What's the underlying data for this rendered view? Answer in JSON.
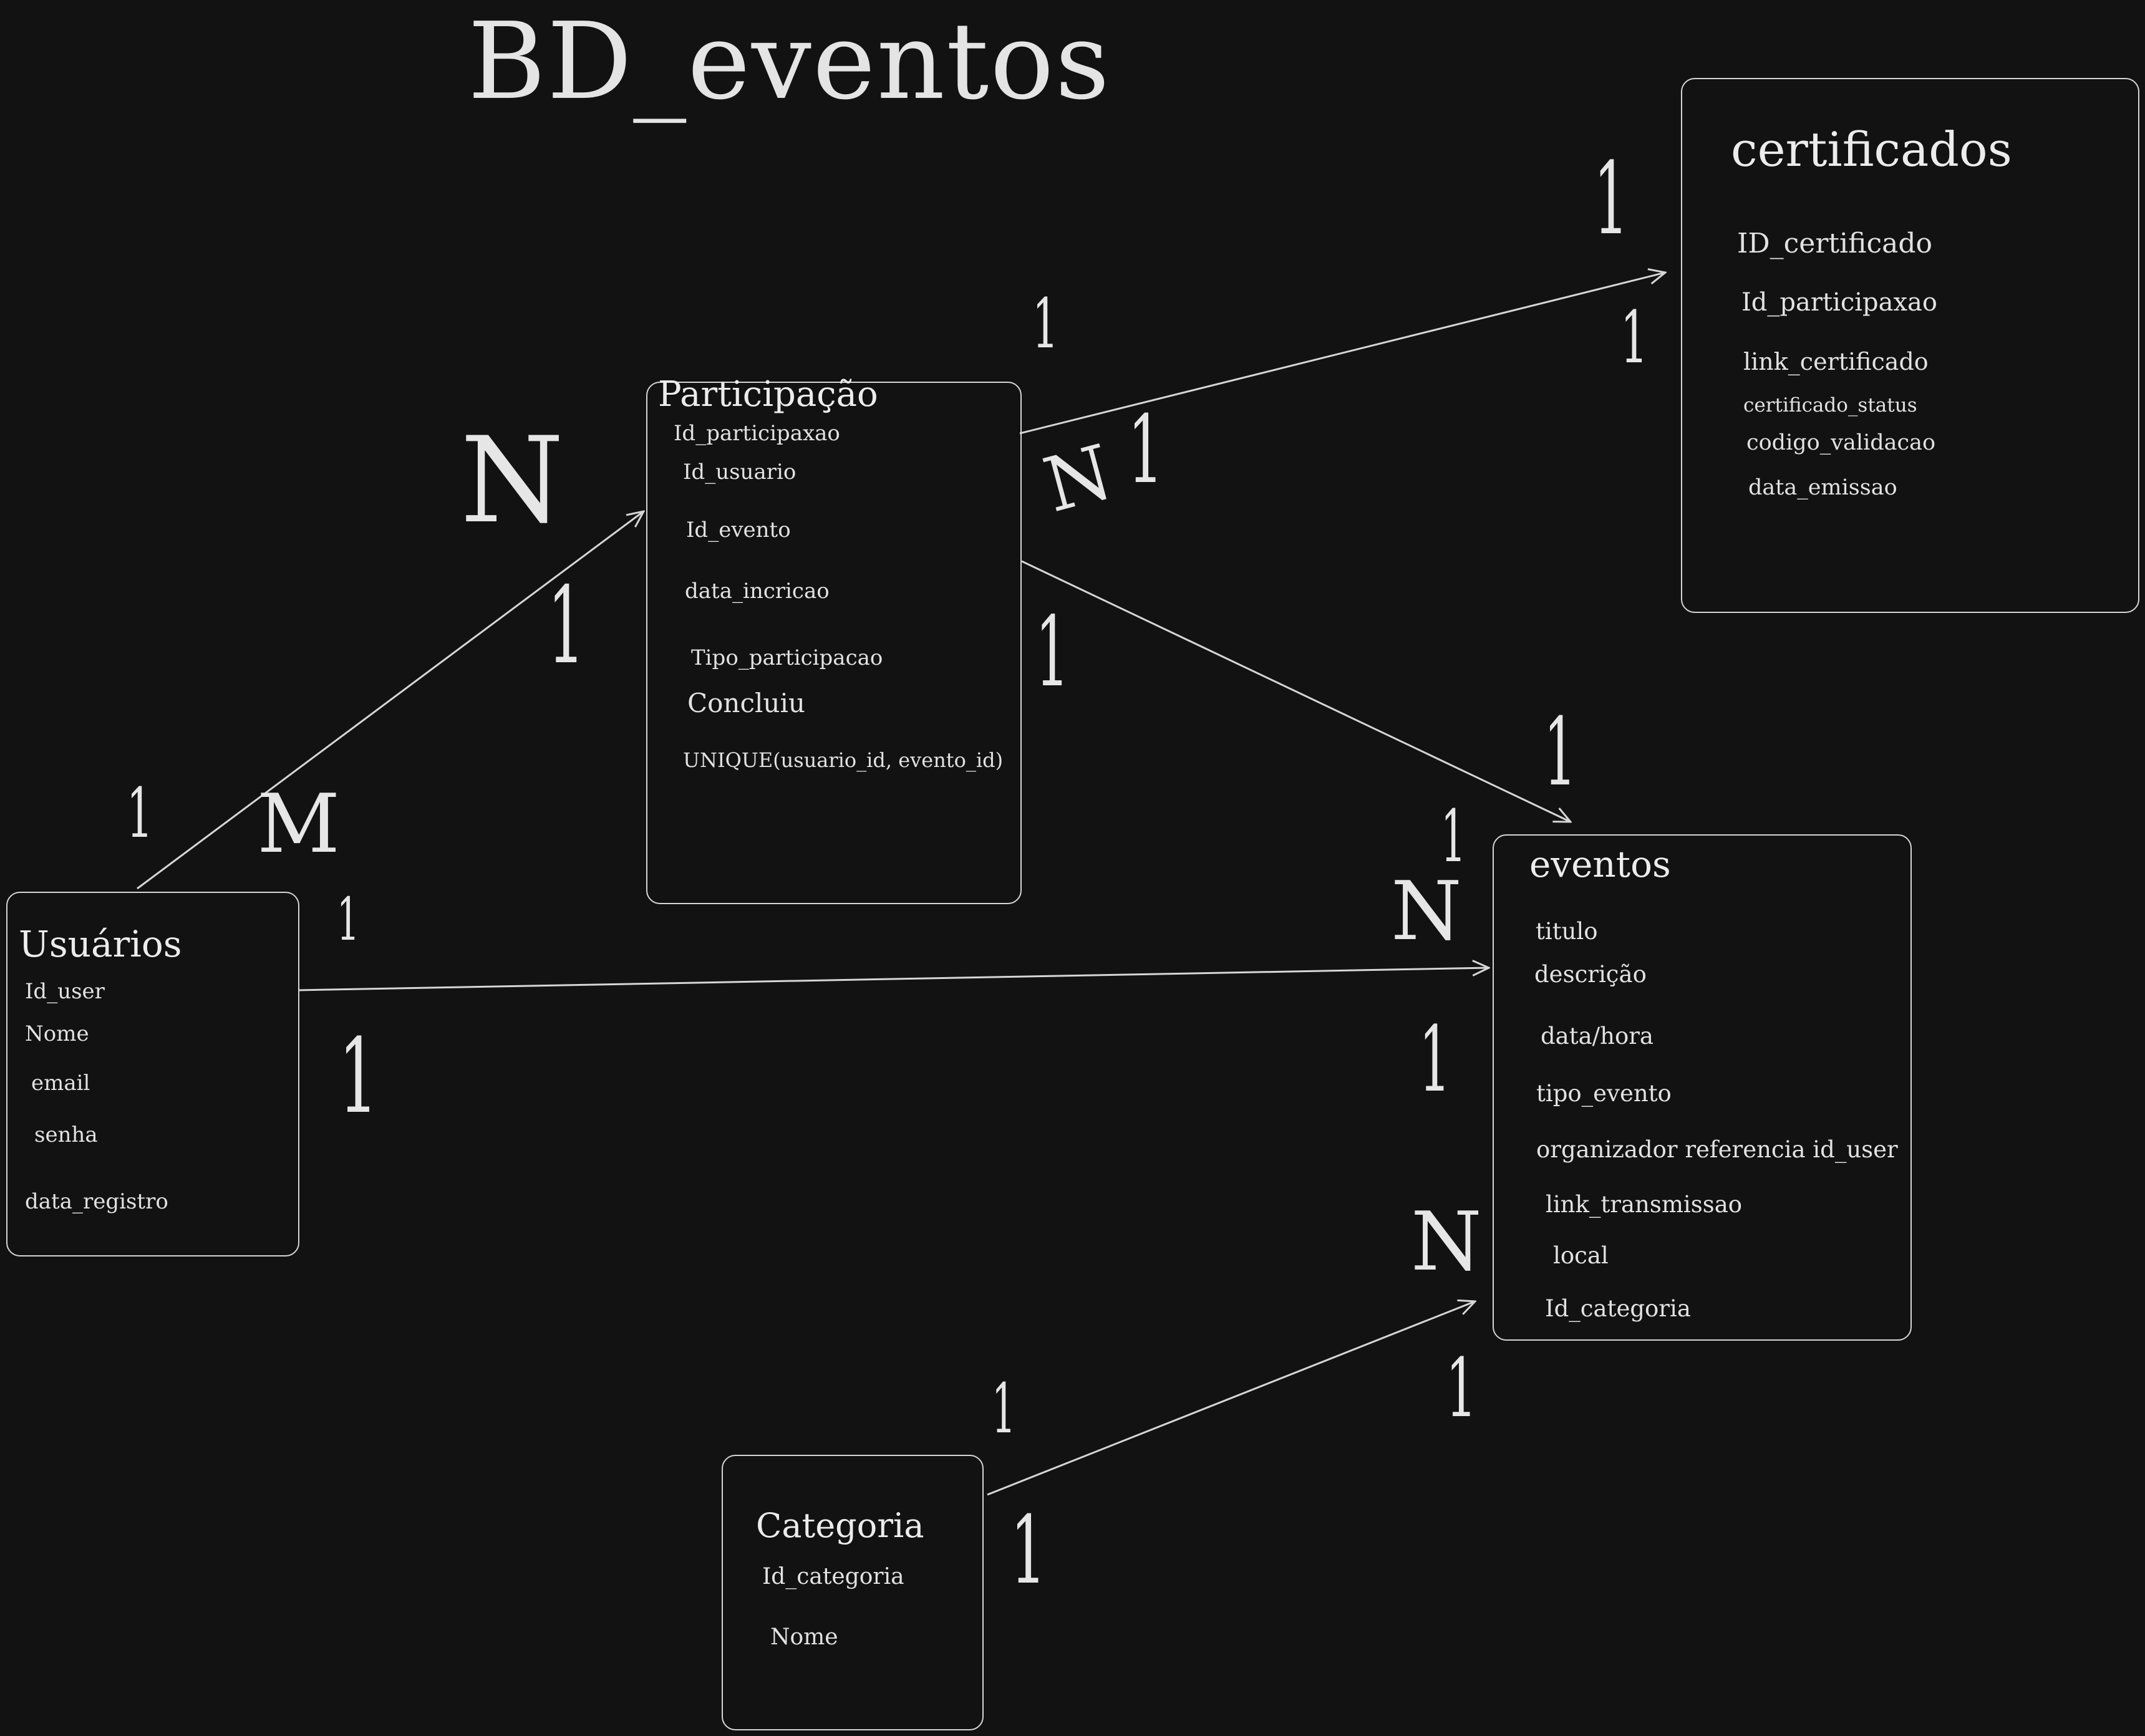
{
  "title": "BD_eventos",
  "entities": {
    "participacao": {
      "name": "Participação",
      "fields": [
        "Id_participaxao",
        "Id_usuario",
        "Id_evento",
        "data_incricao",
        "Tipo_participacao",
        "Concluiu",
        "UNIQUE(usuario_id, evento_id)"
      ]
    },
    "certificados": {
      "name": "certificados",
      "fields": [
        "ID_certificado",
        "Id_participaxao",
        "link_certificado",
        "certificado_status",
        "codigo_validacao",
        "data_emissao"
      ]
    },
    "usuarios": {
      "name": "Usuários",
      "fields": [
        "Id_user",
        "Nome",
        "email",
        "senha",
        "data_registro"
      ]
    },
    "eventos": {
      "name": "eventos",
      "fields": [
        "titulo",
        "descrição",
        "data/hora",
        "tipo_evento",
        "organizador referencia id_user",
        "link_transmissao",
        "local",
        "Id_categoria"
      ]
    },
    "categoria": {
      "name": "Categoria",
      "fields": [
        "Id_categoria",
        "Nome"
      ]
    }
  },
  "cardinalities": {
    "n_participacao_left": "N",
    "one_participacao_left": "1",
    "one_usuarios_top": "1",
    "m_usuarios_top": "M",
    "one_usuarios_right_top": "1",
    "one_usuarios_right_bottom": "1",
    "one_top_mid": "1",
    "n_participacao_right": "N",
    "one_participacao_right": "1",
    "one_certificados_top": "1",
    "one_certificados_left": "1",
    "one_participacao_lower": "1",
    "one_eventos_top": "1",
    "n_eventos_left": "N",
    "one_eventos_left_mid": "1",
    "one_eventos_left_small": "1",
    "n_eventos_lower": "N",
    "one_eventos_bottom": "1",
    "one_categoria_top": "1",
    "one_categoria_right": "1"
  }
}
